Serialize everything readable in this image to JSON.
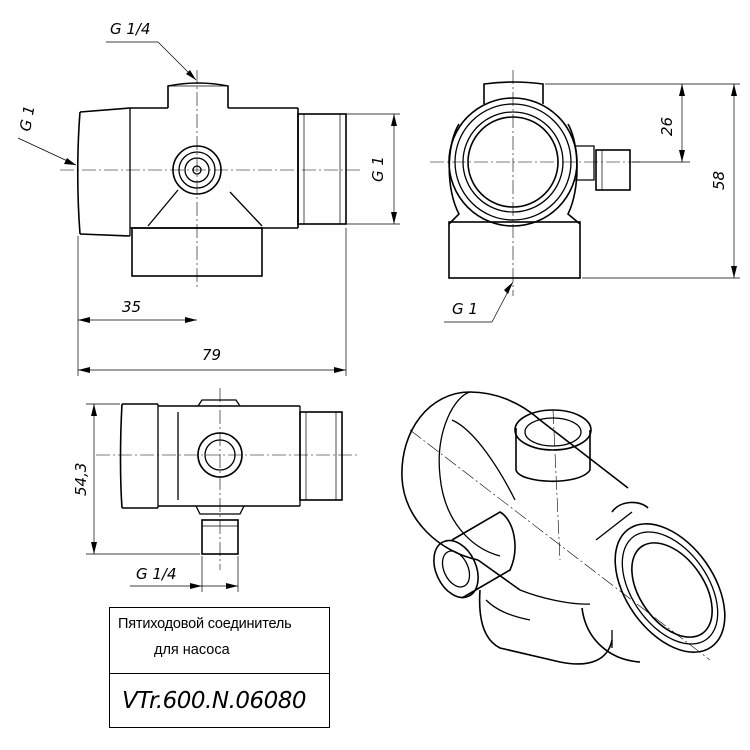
{
  "dimensions": {
    "front_top_thread": "G 1/4",
    "front_left_thread": "G 1",
    "front_right_thread": "G 1",
    "front_width_partial": "35",
    "front_width_total": "79",
    "side_height_upper": "26",
    "side_height_total": "58",
    "side_bottom_thread": "G 1",
    "top_height": "54,3",
    "top_thread": "G 1/4"
  },
  "title_block": {
    "name_line1": "Пятиходовой соединитель",
    "name_line2": "для насоса",
    "code": "VTr.600.N.06080"
  }
}
